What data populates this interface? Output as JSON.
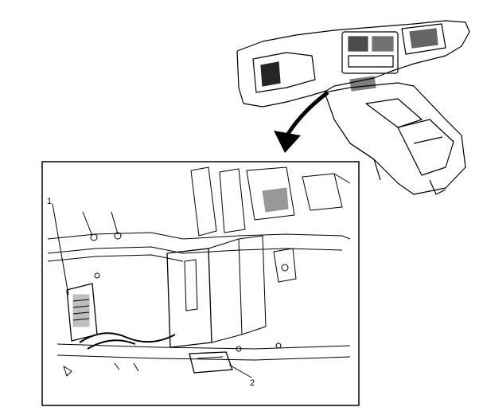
{
  "diagram": {
    "callouts": [
      {
        "id": "1",
        "label": "1"
      },
      {
        "id": "2",
        "label": "2"
      }
    ]
  },
  "colors": {
    "line": "#000000",
    "background": "#ffffff"
  }
}
